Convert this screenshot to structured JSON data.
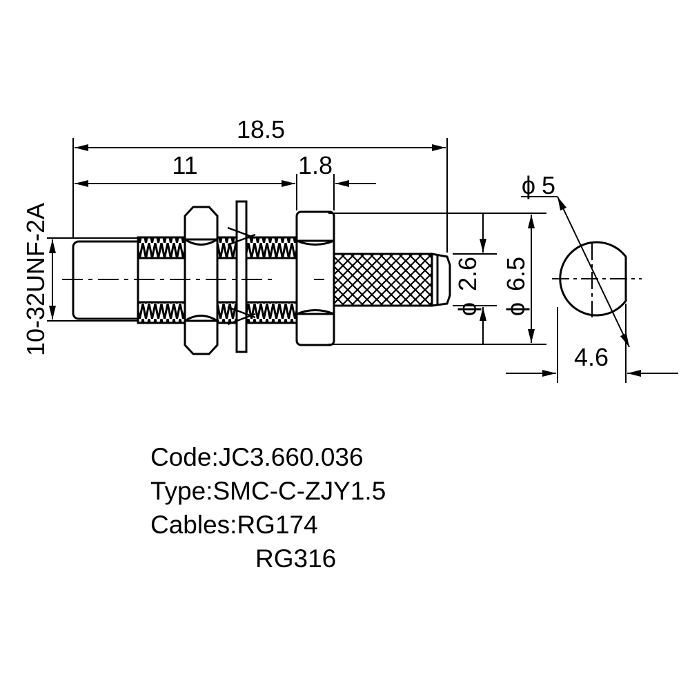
{
  "dimensions": {
    "overall_length": "18.5",
    "body_length": "11",
    "flange_width": "1.8",
    "thread_spec": "10-32UNF-2A",
    "crimp_dia_symbol": "ϕ",
    "crimp_dia": "2.6",
    "flange_dia_symbol": "ϕ",
    "flange_dia": "6.5",
    "end_dia_symbol": "ϕ",
    "end_dia": "5",
    "flat_width": "4.6"
  },
  "info": {
    "code": "Code:JC3.660.036",
    "type": "Type:SMC-C-ZJY1.5",
    "cables_label": "Cables:RG174",
    "cable_2": "RG316"
  }
}
